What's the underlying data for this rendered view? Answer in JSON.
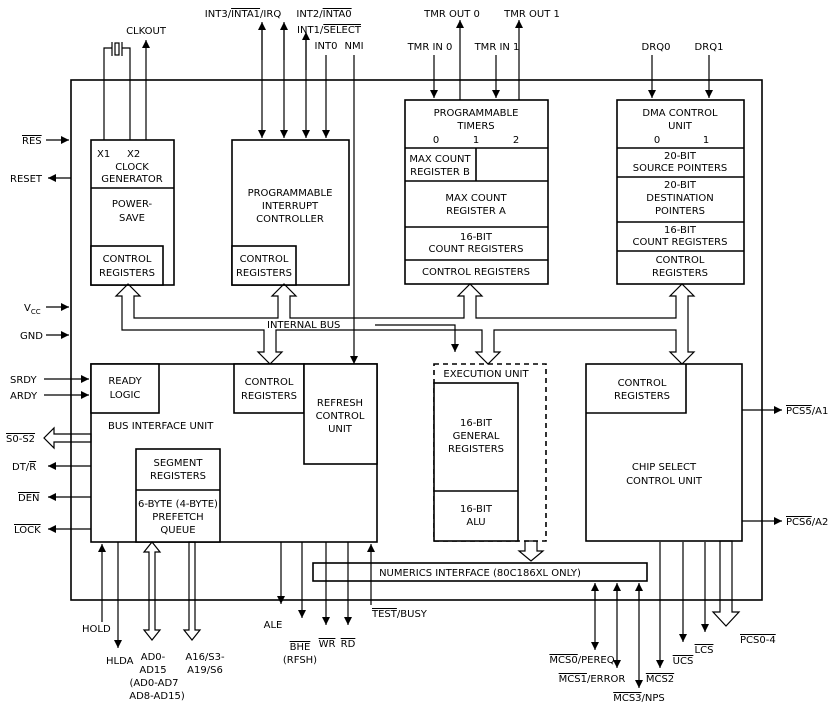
{
  "chip": {
    "internal_bus": "INTERNAL BUS"
  },
  "clock": {
    "x1": "X1",
    "x2": "X2",
    "title1": "CLOCK",
    "title2": "GENERATOR",
    "ps1": "POWER-",
    "ps2": "SAVE",
    "ctrl1": "CONTROL",
    "ctrl2": "REGISTERS"
  },
  "pic": {
    "title1": "PROGRAMMABLE",
    "title2": "INTERRUPT",
    "title3": "CONTROLLER",
    "ctrl1": "CONTROL",
    "ctrl2": "REGISTERS"
  },
  "timers": {
    "title1": "PROGRAMMABLE",
    "title2": "TIMERS",
    "n0": "0",
    "n1": "1",
    "n2": "2",
    "maxb1": "MAX COUNT",
    "maxb2": "REGISTER B",
    "maxa1": "MAX COUNT",
    "maxa2": "REGISTER A",
    "cnt1": "16-BIT",
    "cnt2": "COUNT REGISTERS",
    "ctrl": "CONTROL REGISTERS"
  },
  "dma": {
    "title1": "DMA CONTROL",
    "title2": "UNIT",
    "n0": "0",
    "n1": "1",
    "src1": "20-BIT",
    "src2": "SOURCE POINTERS",
    "dst1": "20-BIT",
    "dst2": "DESTINATION",
    "dst3": "POINTERS",
    "cnt1": "16-BIT",
    "cnt2": "COUNT REGISTERS",
    "ctrl1": "CONTROL",
    "ctrl2": "REGISTERS"
  },
  "biu": {
    "title": "BUS INTERFACE UNIT",
    "ready1": "READY",
    "ready2": "LOGIC",
    "ctrl1": "CONTROL",
    "ctrl2": "REGISTERS",
    "refresh1": "REFRESH",
    "refresh2": "CONTROL",
    "refresh3": "UNIT",
    "seg1": "SEGMENT",
    "seg2": "REGISTERS",
    "pq1": "6-BYTE (4-BYTE)",
    "pq2": "PREFETCH",
    "pq3": "QUEUE"
  },
  "eu": {
    "title": "EXECUTION UNIT",
    "gr1": "16-BIT",
    "gr2": "GENERAL",
    "gr3": "REGISTERS",
    "alu1": "16-BIT",
    "alu2": "ALU"
  },
  "csu": {
    "ctrl1": "CONTROL",
    "ctrl2": "REGISTERS",
    "title1": "CHIP SELECT",
    "title2": "CONTROL UNIT"
  },
  "numerics": "NUMERICS INTERFACE (80C186XL ONLY)",
  "pins": {
    "clkout": "CLKOUT",
    "int3": "INT3/",
    "inta1": "INTA1",
    "irq": "/IRQ",
    "int2": "INT2/",
    "inta0": "INTA0",
    "int1": "INT1/",
    "select": "SELECT",
    "int0": "INT0",
    "nmi": "NMI",
    "tmr_out0": "TMR OUT 0",
    "tmr_out1": "TMR OUT 1",
    "tmr_in0": "TMR IN 0",
    "tmr_in1": "TMR IN 1",
    "drq0": "DRQ0",
    "drq1": "DRQ1",
    "res": "RES",
    "reset": "RESET",
    "vcc": "V",
    "vcc_sub": "CC",
    "gnd": "GND",
    "srdy": "SRDY",
    "ardy": "ARDY",
    "s0s2": "S0-S2",
    "dtr_a": "DT/",
    "dtr_b": "R",
    "den": "DEN",
    "lock": "LOCK",
    "hold": "HOLD",
    "hlda": "HLDA",
    "ad0": "AD0-",
    "ad15": "AD15",
    "ad07": "(AD0-AD7",
    "ad815": "AD8-AD15)",
    "a16": "A16/S3-",
    "a19": "A19/S6",
    "ale": "ALE",
    "bhe": "BHE",
    "rfsh": "(RFSH)",
    "wr": "WR",
    "rd": "RD",
    "test": "TEST",
    "busy": "/BUSY",
    "pcs5": "PCS5",
    "a1": "/A1",
    "pcs6": "PCS6",
    "a2": "/A2",
    "mcs0": "MCS0",
    "pereq": "/PEREQ",
    "mcs1": "MCS1",
    "error": "/ERROR",
    "mcs3": "MCS3",
    "nps": "/NPS",
    "mcs2": "MCS2",
    "ucs": "UCS",
    "lcs": "LCS",
    "pcs04": "PCS0-4"
  }
}
